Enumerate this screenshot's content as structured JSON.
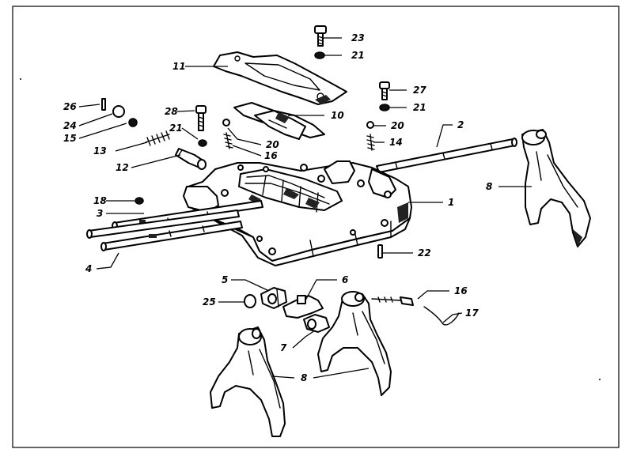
{
  "callouts": {
    "c23": "23",
    "c21a": "21",
    "c11": "11",
    "c27": "27",
    "c21b": "21",
    "c26": "26",
    "c28": "28",
    "c10": "10",
    "c24": "24",
    "c15": "15",
    "c21c": "21",
    "c20a": "20",
    "c20b": "20",
    "c2": "2",
    "c13": "13",
    "c16a": "16",
    "c14": "14",
    "c12": "12",
    "c8a": "8",
    "c18": "18",
    "c1": "1",
    "c3": "3",
    "c4": "4",
    "c22": "22",
    "c5": "5",
    "c6": "6",
    "c16b": "16",
    "c25": "25",
    "c17": "17",
    "c7": "7",
    "c8b": "8"
  }
}
